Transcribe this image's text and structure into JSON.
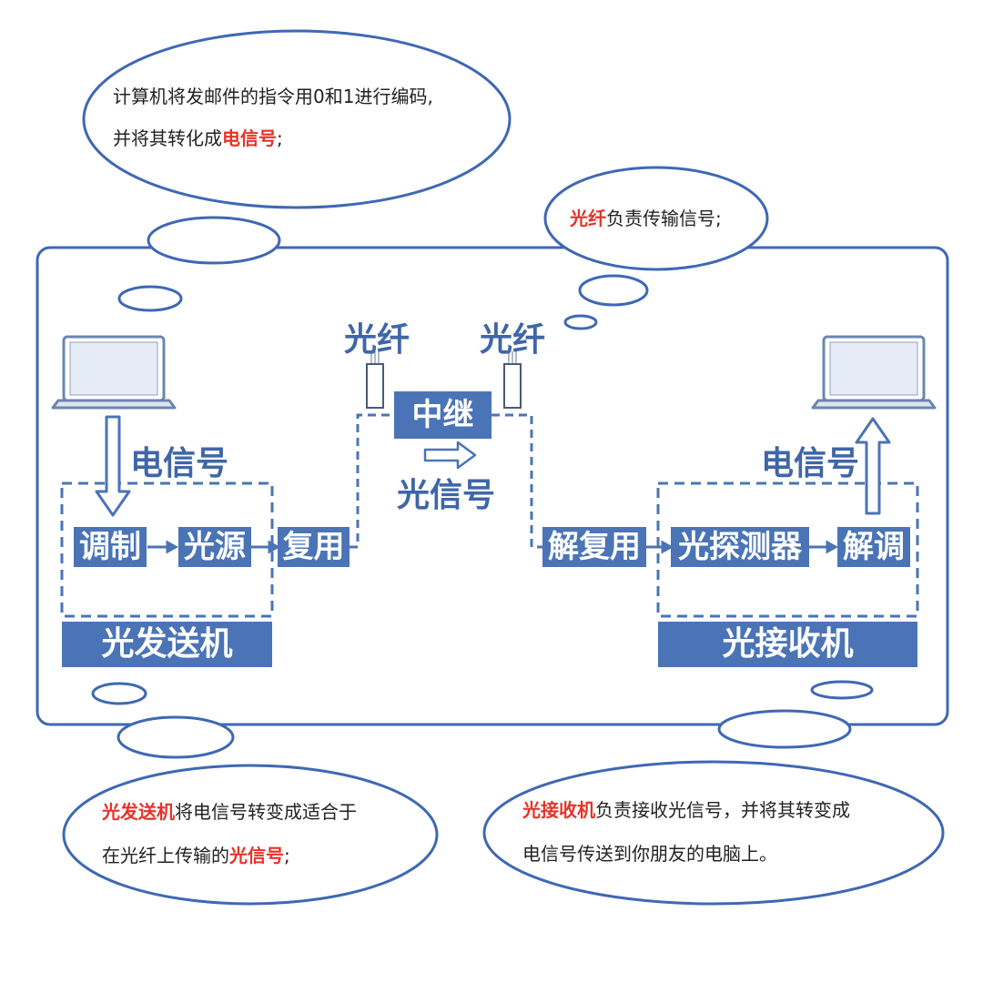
{
  "colors": {
    "outline": "#3e68b3",
    "box_fill": "#4a74b6",
    "label_blue": "#3f66a8",
    "highlight_red": "#e63329",
    "text_dark": "#222222"
  },
  "bubbles": {
    "top_left": {
      "line1": "计算机将发邮件的指令用0和1进行编码,",
      "line2_prefix": "并将其转化成",
      "line2_highlight": "电信号",
      "line2_suffix": ";"
    },
    "top_right": {
      "highlight": "光纤",
      "rest": "负责传输信号;"
    },
    "bottom_left": {
      "line1_highlight": "光发送机",
      "line1_rest": "将电信号转变成适合于",
      "line2_prefix": "在光纤上传输的",
      "line2_highlight": "光信号",
      "line2_suffix": ";"
    },
    "bottom_right": {
      "line1_highlight": "光接收机",
      "line1_rest": "负责接收光信号，并将其转变成",
      "line2": "电信号传送到你朋友的电脑上。"
    }
  },
  "labels": {
    "fiber_left": "光纤",
    "fiber_right": "光纤",
    "electric_signal_left": "电信号",
    "electric_signal_right": "电信号",
    "optical_signal": "光信号"
  },
  "boxes": {
    "modulation": "调制",
    "light_source": "光源",
    "multiplexing": "复用",
    "relay": "中继",
    "demultiplexing": "解复用",
    "photodetector": "光探测器",
    "demodulation": "解调"
  },
  "group_titles": {
    "transmitter": "光发送机",
    "receiver": "光接收机"
  },
  "icons": {
    "sender": "laptop-icon",
    "receiver": "laptop-icon",
    "fiber": "fiber-connector-icon"
  }
}
